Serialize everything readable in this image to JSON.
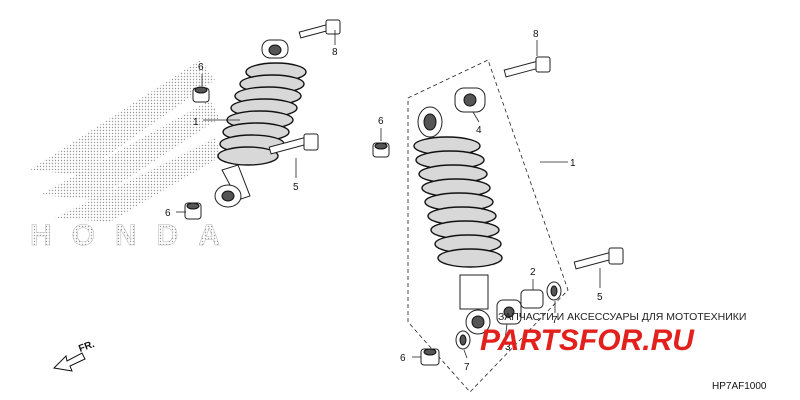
{
  "diagram": {
    "callouts": {
      "c1a": "1",
      "c1b": "1",
      "c2": "2",
      "c3": "3",
      "c4": "4",
      "c5a": "5",
      "c5b": "5",
      "c6a": "6",
      "c6b": "6",
      "c6c": "6",
      "c6d": "6",
      "c7a": "7",
      "c7b": "7",
      "c8a": "8",
      "c8b": "8"
    },
    "direction_label": "FR.",
    "drawing_code": "HP7AF1000",
    "logo_text": "HONDA"
  },
  "watermark": {
    "tagline": "ЗАПЧАСТИ И АКСЕССУАРЫ ДЛЯ МОТОТЕХНИКИ",
    "brand": "PARTSFOR.RU",
    "brand_color": "#e2201c"
  }
}
